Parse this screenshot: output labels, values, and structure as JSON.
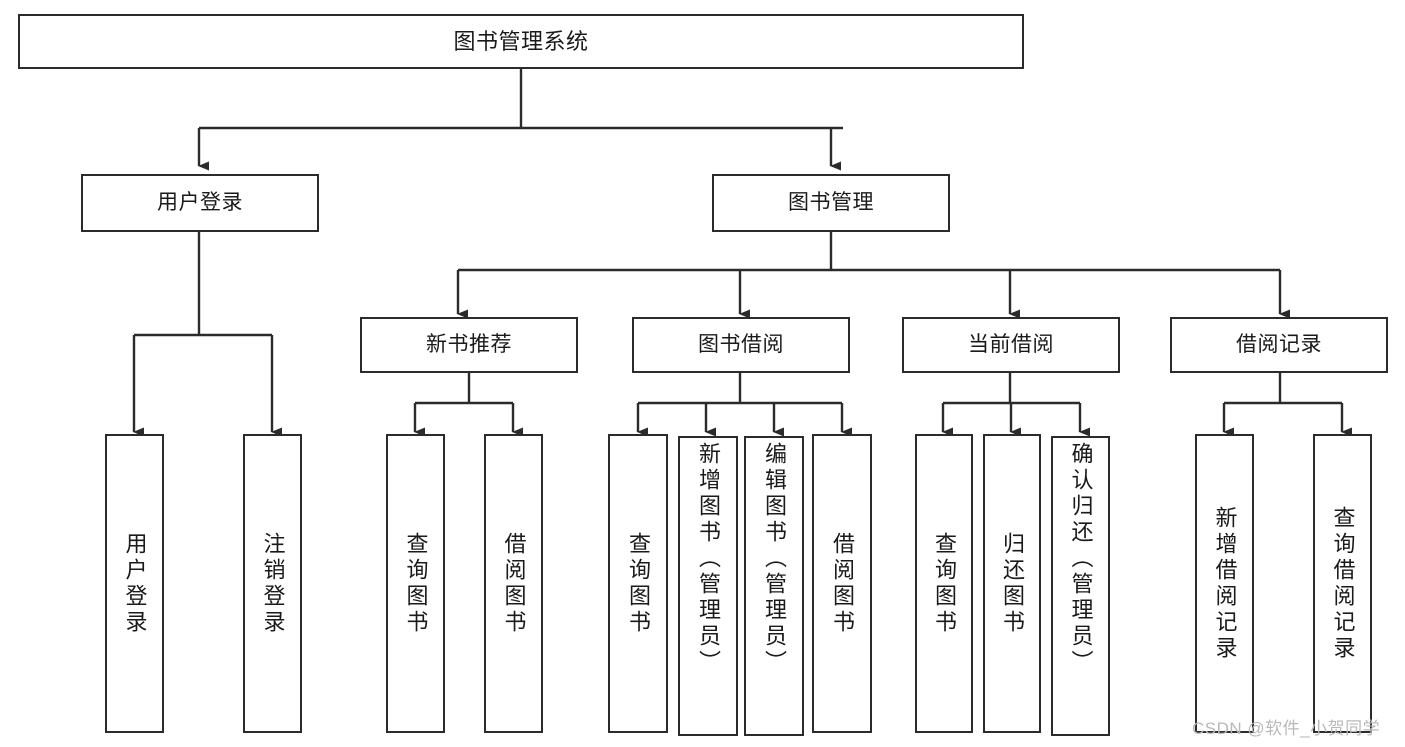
{
  "diagram": {
    "title": "图书管理系统",
    "type": "tree-hierarchy",
    "root": {
      "label": "图书管理系统"
    },
    "level1": [
      {
        "label": "用户登录"
      },
      {
        "label": "图书管理"
      }
    ],
    "level2": [
      {
        "label": "新书推荐"
      },
      {
        "label": "图书借阅"
      },
      {
        "label": "当前借阅"
      },
      {
        "label": "借阅记录"
      }
    ],
    "leaves": {
      "user_login": [
        {
          "label": "用户登录"
        },
        {
          "label": "注销登录"
        }
      ],
      "new_book_recommend": [
        {
          "label": "查询图书"
        },
        {
          "label": "借阅图书"
        }
      ],
      "book_borrow": [
        {
          "label": "查询图书"
        },
        {
          "label": "新增图书（管理员）"
        },
        {
          "label": "编辑图书（管理员）"
        },
        {
          "label": "借阅图书"
        }
      ],
      "current_borrow": [
        {
          "label": "查询图书"
        },
        {
          "label": "归还图书"
        },
        {
          "label": "确认归还（管理员）"
        }
      ],
      "borrow_record": [
        {
          "label": "新增借阅记录"
        },
        {
          "label": "查询借阅记录"
        }
      ]
    }
  },
  "watermark": {
    "text": "CSDN @软件_小贺同学"
  },
  "colors": {
    "border": "#2b2b2b",
    "text": "#1a1a1a",
    "background": "#ffffff",
    "watermark": "#b9b9b9"
  }
}
